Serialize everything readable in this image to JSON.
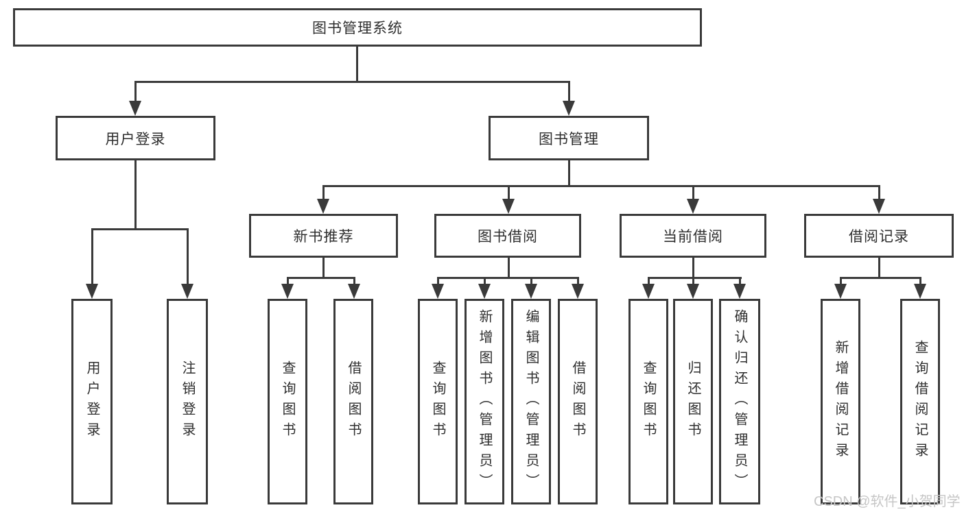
{
  "tree": {
    "root": {
      "label": "图书管理系统"
    },
    "branches": [
      {
        "label": "用户登录",
        "children": [
          {
            "label": "用户登录"
          },
          {
            "label": "注销登录"
          }
        ]
      },
      {
        "label": "图书管理",
        "children": [
          {
            "label": "新书推荐",
            "children": [
              {
                "label": "查询图书"
              },
              {
                "label": "借阅图书"
              }
            ]
          },
          {
            "label": "图书借阅",
            "children": [
              {
                "label": "查询图书"
              },
              {
                "label": "新增图书（管理员）"
              },
              {
                "label": "编辑图书（管理员）"
              },
              {
                "label": "借阅图书"
              }
            ]
          },
          {
            "label": "当前借阅",
            "children": [
              {
                "label": "查询图书"
              },
              {
                "label": "归还图书"
              },
              {
                "label": "确认归还（管理员）"
              }
            ]
          },
          {
            "label": "借阅记录",
            "children": [
              {
                "label": "新增借阅记录"
              },
              {
                "label": "查询借阅记录"
              }
            ]
          }
        ]
      }
    ]
  },
  "watermark": "CSDN @软件_小贺同学",
  "colors": {
    "line": "#3a3a3a",
    "text": "#2e2e2e",
    "watermark": "#c6c6c6",
    "background": "#ffffff"
  }
}
